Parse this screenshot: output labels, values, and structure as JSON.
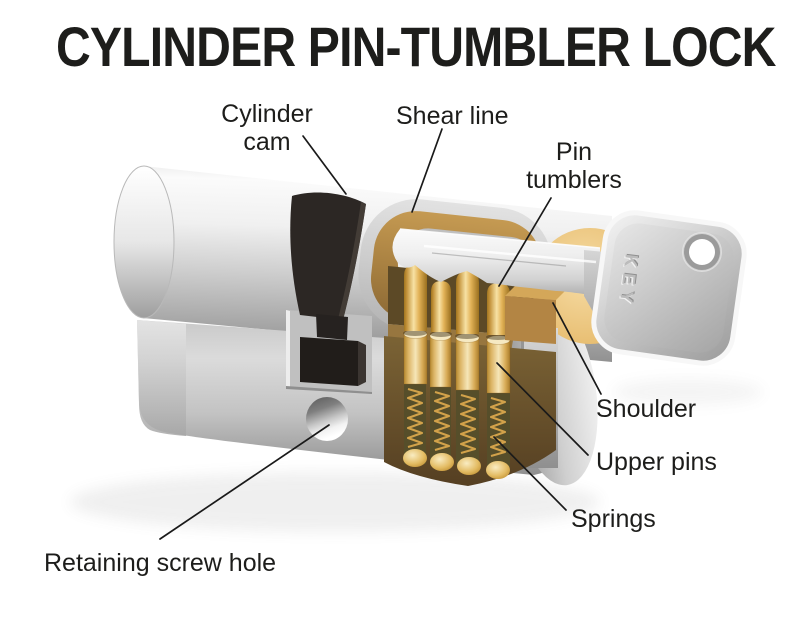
{
  "title": "CYLINDER PIN-TUMBLER LOCK",
  "key_engraving": "KEY",
  "labels": {
    "cylinder_cam": "Cylinder cam",
    "shear_line": "Shear line",
    "pin_tumblers": "Pin tumblers",
    "shoulder": "Shoulder",
    "upper_pins": "Upper pins",
    "springs": "Springs",
    "retaining_screw_hole": "Retaining screw hole"
  },
  "colors": {
    "background": "#ffffff",
    "text": "#1d1d1b",
    "line": "#1a1a1a",
    "steel_light": "#f2f2f2",
    "steel_mid": "#c8c8c8",
    "steel_dark": "#9a9a9a",
    "brass_light": "#f3d795",
    "brass_mid": "#dfae55",
    "brass_dark": "#a97e2e",
    "housing_brown": "#6b5530",
    "housing_brown_dark": "#5c4926",
    "shear_band": "#97763f",
    "cam_black": "#2c2724",
    "plug_gold": "#f2cd8a"
  }
}
